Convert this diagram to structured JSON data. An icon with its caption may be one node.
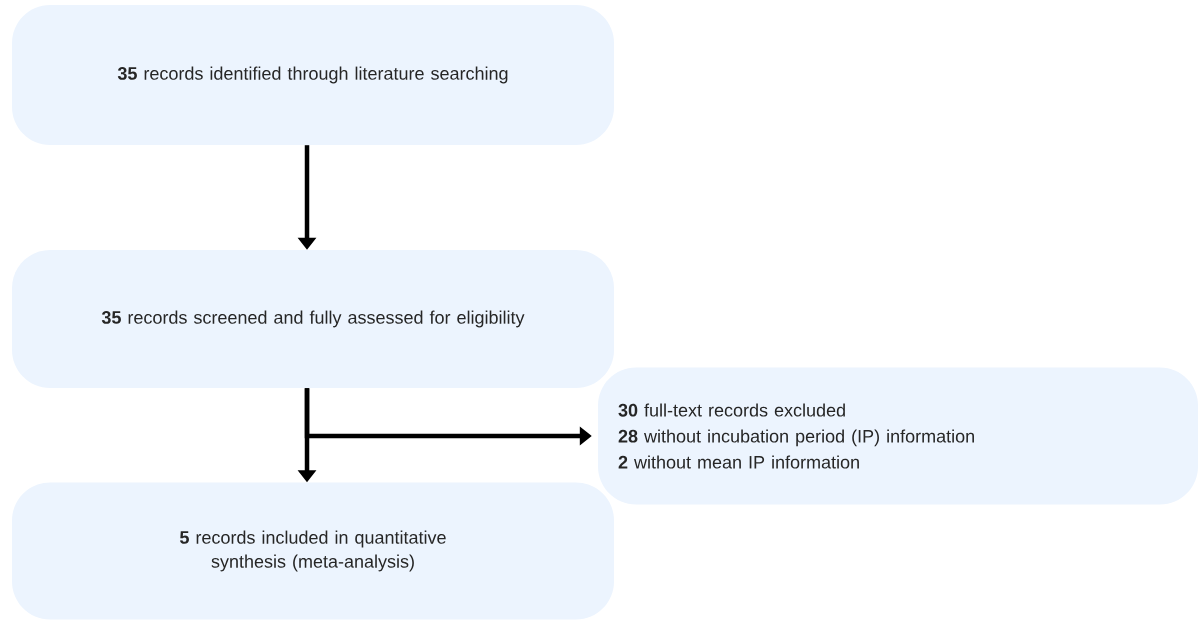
{
  "diagram": {
    "nodes": [
      {
        "text": [
          "**35** records identified through literature searching"
        ]
      },
      {
        "text": [
          "**35** records screened and fully assessed for eligibility"
        ]
      },
      {
        "text": [
          "**30** full-text records excluded",
          "**28** without incubation period (IP) information",
          "**2** without mean IP information"
        ]
      },
      {
        "text": [
          "**5** records included in quantitative synthesis (meta-analysis)"
        ]
      }
    ],
    "edges": [
      {
        "from": 0,
        "to": 1,
        "arrow": "to"
      },
      {
        "from": 1,
        "to": 3,
        "arrow": "to"
      },
      {
        "from": 1,
        "to": 2,
        "arrow": "to"
      }
    ]
  }
}
